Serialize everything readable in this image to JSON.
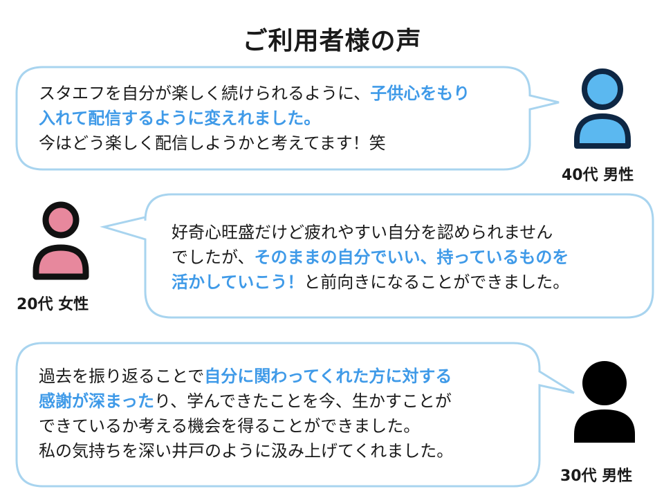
{
  "page": {
    "title": "ご利用者様の声"
  },
  "colors": {
    "bubble_border": "#a8d4ef",
    "highlight": "#3f9ae8",
    "avatar_40s_fill": "#5bb8f0",
    "avatar_40s_outline": "#0e2744",
    "avatar_20s_fill": "#e7889d",
    "avatar_20s_outline": "#111111",
    "avatar_30s_fill": "#000000"
  },
  "testimonials": [
    {
      "caption": "40代 男性",
      "avatar_icon": "person-icon-blue",
      "lines": [
        [
          {
            "text": "スタエフを自分が楽しく続けられるように、"
          },
          {
            "text": "子供心をもり",
            "hl": true
          }
        ],
        [
          {
            "text": "入れて配信するように変えれました。",
            "hl": true
          }
        ],
        [
          {
            "text": "今はどう楽しく配信しようかと考えてます！笑"
          }
        ]
      ]
    },
    {
      "caption": "20代 女性",
      "avatar_icon": "person-icon-pink",
      "lines": [
        [
          {
            "text": "好奇心旺盛だけど疲れやすい自分を認められません"
          }
        ],
        [
          {
            "text": "でしたが、"
          },
          {
            "text": "そのままの自分でいい、持っているものを",
            "hl": true
          }
        ],
        [
          {
            "text": "活かしていこう！",
            "hl": true
          },
          {
            "text": "と前向きになることができました。"
          }
        ]
      ]
    },
    {
      "caption": "30代 男性",
      "avatar_icon": "person-icon-black",
      "lines": [
        [
          {
            "text": "過去を振り返ることで"
          },
          {
            "text": "自分に関わってくれた方に対する",
            "hl": true
          }
        ],
        [
          {
            "text": "感謝が深まった",
            "hl": true
          },
          {
            "text": "り、学んできたことを今、生かすことが"
          }
        ],
        [
          {
            "text": "できているか考える機会を得ることができました。"
          }
        ],
        [
          {
            "text": "私の気持ちを深い井戸のように汲み上げてくれました。"
          }
        ]
      ]
    }
  ]
}
